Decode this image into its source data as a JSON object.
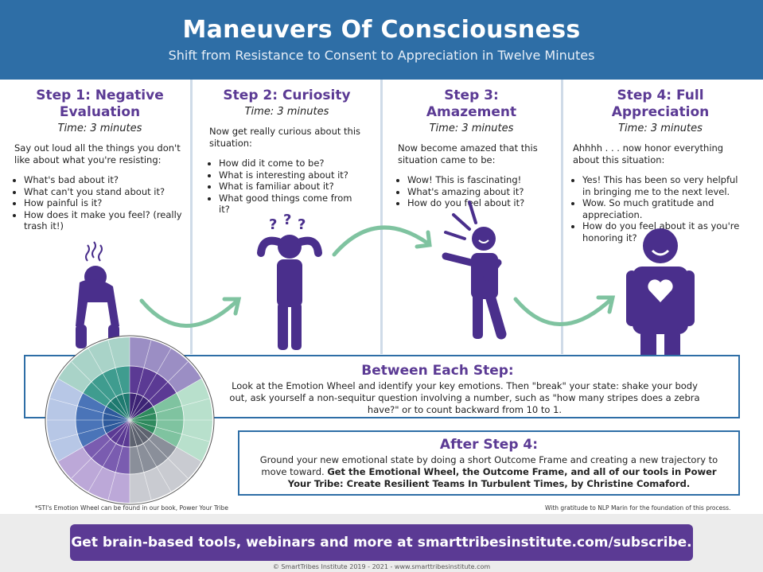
{
  "header": {
    "title": "Maneuvers  Of Consciousness",
    "subtitle": "Shift from Resistance to Consent to Appreciation in Twelve Minutes"
  },
  "steps": [
    {
      "title": "Step 1: Negative Evaluation",
      "time": "Time: 3 minutes",
      "intro": "Say out loud all the things you don't like about what you're resisting:",
      "bullets": [
        "What's bad about it?",
        "What can't you stand about it?",
        "How painful is it?",
        "How does it make you feel? (really trash it!)"
      ]
    },
    {
      "title": "Step 2: Curiosity",
      "time": "Time: 3 minutes",
      "intro": "Now get really curious about this situation:",
      "bullets": [
        "How did it come to be?",
        "What is interesting about it?",
        "What is familiar about it?",
        "What good things come from it?"
      ]
    },
    {
      "title": "Step 3: Amazement",
      "time": "Time: 3 minutes",
      "intro": "Now become amazed that this situation came to be:",
      "bullets": [
        "Wow! This is fascinating!",
        "What's amazing about it?",
        "How do you feel about it?"
      ]
    },
    {
      "title": "Step 4: Full Appreciation",
      "time": "Time: 3 minutes",
      "intro": "Ahhhh . . . now honor everything about this situation:",
      "bullets": [
        "Yes! This has been so very helpful in bringing me to the next level.",
        "Wow. So much gratitude and appreciation.",
        "How do you feel about it as you're honoring it?"
      ]
    }
  ],
  "between": {
    "title": "Between Each Step:",
    "text": "Look at the Emotion Wheel and identify your key emotions. Then \"break\" your state: shake your body out, ask yourself a non-sequitur question involving a number, such as \"how many stripes does a zebra have?\" or to count backward from 10 to 1."
  },
  "after": {
    "title": "After Step 4:",
    "text": "Ground your new emotional state by doing a short Outcome Frame and creating a new trajectory to move toward.",
    "bold_text": "Get the Emotional Wheel, the Outcome Frame, and all of our tools in Power Your Tribe: Create Resilient Teams In Turbulent Times, by Christine Comaford."
  },
  "footnotes": {
    "left": "*STI's Emotion Wheel can be found in our book, Power Your Tribe",
    "right": "With gratitude to NLP Marin for the foundation of this process."
  },
  "cta": "Get brain-based tools, webinars and more at smarttribesinstitute.com/subscribe.",
  "copyright": "© SmartTribes Institute 2019 - 2021 - www.smarttribesinstitute.com",
  "colors": {
    "header": "#2e6ea6",
    "purple": "#5b3a94",
    "figure": "#4a2f8c",
    "arrow": "#7fc3a0"
  }
}
